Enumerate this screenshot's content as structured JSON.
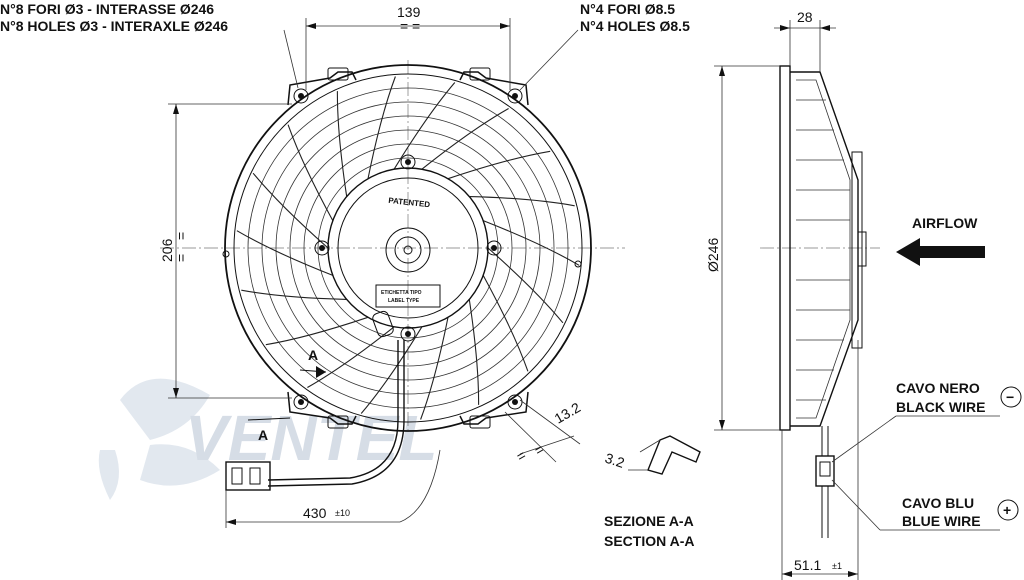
{
  "notes": {
    "holes_small_it": "N°8 FORI Ø3 - INTERASSE Ø246",
    "holes_small_en": "N°8 HOLES Ø3 - INTERAXLE Ø246",
    "holes_large_it": "N°4 FORI Ø8.5",
    "holes_large_en": "N°4 HOLES Ø8.5"
  },
  "dimensions": {
    "top_width": "139",
    "side_height": "206",
    "diameter": "Ø246",
    "depth": "28",
    "cable_length": "430",
    "cable_tol": "±10",
    "angle_dim": "13.2",
    "section_dim": "3.2",
    "overall_depth": "51.1",
    "overall_tol": "±1"
  },
  "hub": {
    "patented": "PATENTED",
    "label_it": "ETICHETTA TIPO",
    "label_en": "LABEL TYPE"
  },
  "section": {
    "marker": "A",
    "title_it": "SEZIONE A-A",
    "title_en": "SECTION A-A"
  },
  "airflow": "AIRFLOW",
  "wires": {
    "black_it": "CAVO NERO",
    "black_en": "BLACK WIRE",
    "black_sign": "−",
    "blue_it": "CAVO BLU",
    "blue_en": "BLUE WIRE",
    "blue_sign": "+"
  },
  "watermark": "VENTEL"
}
